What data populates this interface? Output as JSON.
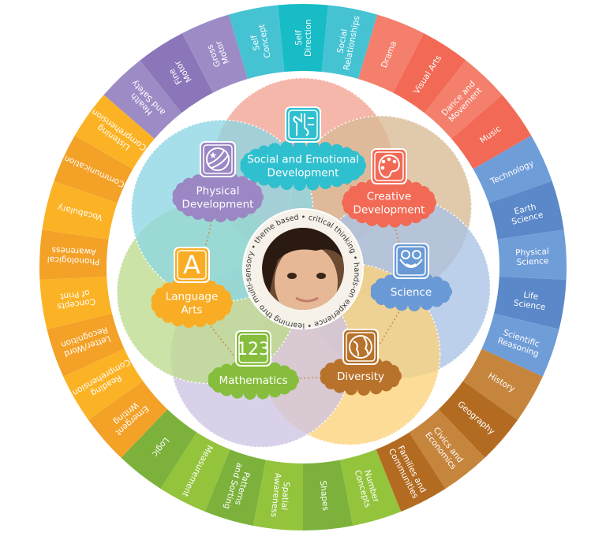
{
  "center": {
    "ring_text": "multi-sensory • theme based • critical thinking • hands-on experience • learning through play •",
    "photo": "child-face-photo"
  },
  "groups": [
    {
      "id": "social",
      "shades": [
        "#45c3d3",
        "#17bcc6"
      ],
      "items": [
        [
          "Self",
          "Concept"
        ],
        [
          "Self",
          "Direction"
        ],
        [
          "Social",
          "Relationships"
        ]
      ]
    },
    {
      "id": "creative",
      "shades": [
        "#f47f6c",
        "#f26a55"
      ],
      "items": [
        [
          "Drama"
        ],
        [
          "Visual Arts"
        ],
        [
          "Dance and",
          "Movement"
        ],
        [
          "Music"
        ]
      ]
    },
    {
      "id": "science",
      "shades": [
        "#6f9dd8",
        "#5b88c8"
      ],
      "items": [
        [
          "Technology"
        ],
        [
          "Earth",
          "Science"
        ],
        [
          "Physical",
          "Science"
        ],
        [
          "Life",
          "Science"
        ],
        [
          "Scientific",
          "Reasoning"
        ]
      ]
    },
    {
      "id": "diversity",
      "shades": [
        "#c6853d",
        "#b36b22"
      ],
      "items": [
        [
          "History"
        ],
        [
          "Geography"
        ],
        [
          "Civics and",
          "Economics"
        ],
        [
          "Families and",
          "Communities"
        ]
      ]
    },
    {
      "id": "math",
      "shades": [
        "#93c43c",
        "#7cb23b"
      ],
      "items": [
        [
          "Number",
          "Concepts"
        ],
        [
          "Shapes"
        ],
        [
          "Spatial",
          "Awareness"
        ],
        [
          "Patterns",
          "and Sorting"
        ],
        [
          "Measurement"
        ],
        [
          "Logic"
        ]
      ]
    },
    {
      "id": "language",
      "shades": [
        "#f3a127",
        "#fbb325"
      ],
      "items": [
        [
          "Emergent",
          "Writing"
        ],
        [
          "Reading",
          "Comprehension"
        ],
        [
          "Letter/Word",
          "Recognition"
        ],
        [
          "Concepts",
          "of Print"
        ],
        [
          "Phonological",
          "Awareness"
        ],
        [
          "Vocabulary"
        ],
        [
          "Communication"
        ],
        [
          "Listening",
          "Comprehension"
        ]
      ]
    },
    {
      "id": "physical",
      "shades": [
        "#9d8bc6",
        "#8a76b8"
      ],
      "items": [
        [
          "Health",
          "and Safety"
        ],
        [
          "Fine",
          "Motor"
        ],
        [
          "Gross",
          "Motor"
        ]
      ]
    }
  ],
  "categories": [
    {
      "id": "social",
      "label": [
        "Social and Emotional",
        "Development"
      ],
      "icon": "hand-paint-icon",
      "icon_text": "",
      "color": "#2fc0cf",
      "petal": "#f4a393"
    },
    {
      "id": "creative",
      "label": [
        "Creative",
        "Development"
      ],
      "icon": "palette-icon",
      "icon_text": "",
      "color": "#f26a55",
      "petal": "#d9bb95"
    },
    {
      "id": "science",
      "label": [
        "Science"
      ],
      "icon": "frog-icon",
      "icon_text": "",
      "color": "#6a9ad6",
      "petal": "#a9c3e6"
    },
    {
      "id": "diversity",
      "label": [
        "Diversity"
      ],
      "icon": "globe-icon",
      "icon_text": "",
      "color": "#b8722b",
      "petal": "#fdd27b"
    },
    {
      "id": "math",
      "label": [
        "Mathematics"
      ],
      "icon": "numbers-icon",
      "icon_text": "123",
      "color": "#86bd3c",
      "petal": "#cdc4e3"
    },
    {
      "id": "language",
      "label": [
        "Language",
        "Arts"
      ],
      "icon": "letter-a-icon",
      "icon_text": "A",
      "color": "#f9ad25",
      "petal": "#bddb8d"
    },
    {
      "id": "physical",
      "label": [
        "Physical",
        "Development"
      ],
      "icon": "ball-icon",
      "icon_text": "",
      "color": "#9a87c4",
      "petal": "#8dd6e3"
    }
  ]
}
